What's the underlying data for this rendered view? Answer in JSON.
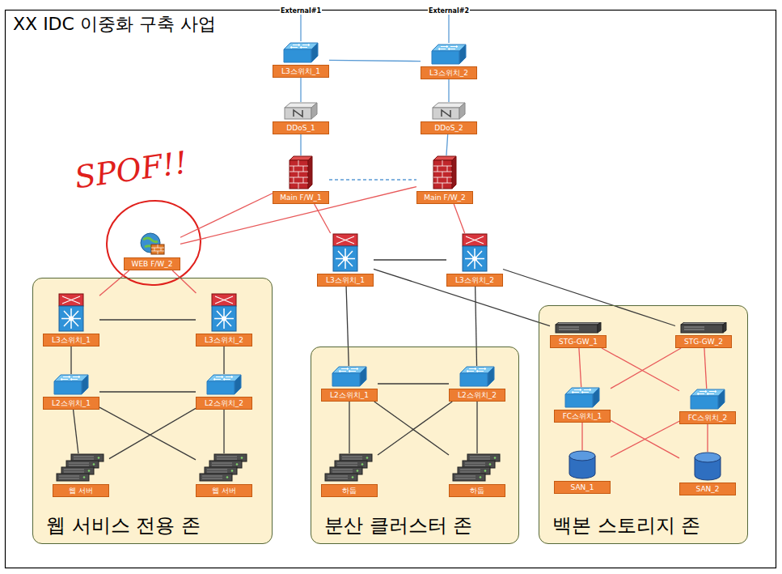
{
  "diagram": {
    "title": "XX IDC 이중화 구축 사업",
    "nodes": [
      {
        "text": [
          "L3스위치_1"
        ]
      },
      {
        "text": [
          "L3스위치_2"
        ]
      },
      {
        "text": [
          "DDoS_1"
        ]
      },
      {
        "text": [
          "DDoS_2"
        ]
      },
      {
        "text": [
          "Main F/W_1"
        ]
      },
      {
        "text": [
          "Main F/W_2"
        ]
      },
      {
        "text": [
          "WEB F/W_2"
        ]
      },
      {
        "text": [
          "L3스위치_1"
        ]
      },
      {
        "text": [
          "L3스위치_2"
        ]
      },
      {
        "text": [
          "웹 서비스 전용 존"
        ]
      },
      {
        "text": [
          "L3스위치_1"
        ],
        "in": 9
      },
      {
        "text": [
          "L3스위치_2"
        ],
        "in": 9
      },
      {
        "text": [
          "L2스위치_1"
        ],
        "in": 9
      },
      {
        "text": [
          "L2스위치_2"
        ],
        "in": 9
      },
      {
        "text": [
          "웹 서버"
        ],
        "in": 9
      },
      {
        "text": [
          "웹 서버"
        ],
        "in": 9
      },
      {
        "text": [
          "분산 클러스터 존"
        ]
      },
      {
        "text": [
          "L2스위치_1"
        ],
        "in": 16
      },
      {
        "text": [
          "L2스위치_2"
        ],
        "in": 16
      },
      {
        "text": [
          "하둡"
        ],
        "in": 16
      },
      {
        "text": [
          "하둡"
        ],
        "in": 16
      },
      {
        "text": [
          "백본 스토리지 존"
        ]
      },
      {
        "text": [
          "STG-GW_1"
        ],
        "in": 21
      },
      {
        "text": [
          "STG-GW_2"
        ],
        "in": 21
      },
      {
        "text": [
          "FC스위치_1"
        ],
        "in": 21
      },
      {
        "text": [
          "FC스위치_2"
        ],
        "in": 21
      },
      {
        "text": [
          "SAN_1"
        ],
        "in": 21
      },
      {
        "text": [
          "SAN_2"
        ],
        "in": 21
      }
    ],
    "edges": [
      {
        "from": 0,
        "to": 1,
        "arrow": "none"
      },
      {
        "from": 0,
        "to": 2,
        "arrow": "none"
      },
      {
        "from": 1,
        "to": 3,
        "arrow": "none"
      },
      {
        "from": 2,
        "to": 4,
        "arrow": "none"
      },
      {
        "from": 3,
        "to": 5,
        "arrow": "none"
      },
      {
        "from": 4,
        "to": 5,
        "arrow": "none"
      },
      {
        "from": 4,
        "to": 6,
        "arrow": "none"
      },
      {
        "from": 5,
        "to": 6,
        "arrow": "none"
      },
      {
        "from": 4,
        "to": 7,
        "arrow": "none"
      },
      {
        "from": 5,
        "to": 8,
        "arrow": "none"
      },
      {
        "from": 7,
        "to": 8,
        "arrow": "none"
      },
      {
        "from": 6,
        "to": 10,
        "arrow": "none"
      },
      {
        "from": 6,
        "to": 11,
        "arrow": "none"
      },
      {
        "from": 10,
        "to": 11,
        "arrow": "none"
      },
      {
        "from": 10,
        "to": 12,
        "arrow": "none"
      },
      {
        "from": 11,
        "to": 13,
        "arrow": "none"
      },
      {
        "from": 12,
        "to": 13,
        "arrow": "none"
      },
      {
        "from": 12,
        "to": 14,
        "arrow": "none"
      },
      {
        "from": 12,
        "to": 15,
        "arrow": "none"
      },
      {
        "from": 13,
        "to": 14,
        "arrow": "none"
      },
      {
        "from": 13,
        "to": 15,
        "arrow": "none"
      },
      {
        "from": 7,
        "to": 17,
        "arrow": "none"
      },
      {
        "from": 8,
        "to": 18,
        "arrow": "none"
      },
      {
        "from": 17,
        "to": 18,
        "arrow": "none"
      },
      {
        "from": 17,
        "to": 19,
        "arrow": "none"
      },
      {
        "from": 17,
        "to": 20,
        "arrow": "none"
      },
      {
        "from": 18,
        "to": 19,
        "arrow": "none"
      },
      {
        "from": 18,
        "to": 20,
        "arrow": "none"
      },
      {
        "from": 7,
        "to": 22,
        "arrow": "none"
      },
      {
        "from": 8,
        "to": 23,
        "arrow": "none"
      },
      {
        "from": 22,
        "to": 24,
        "arrow": "none"
      },
      {
        "from": 22,
        "to": 25,
        "arrow": "none"
      },
      {
        "from": 23,
        "to": 24,
        "arrow": "none"
      },
      {
        "from": 23,
        "to": 25,
        "arrow": "none"
      },
      {
        "from": 24,
        "to": 26,
        "arrow": "none"
      },
      {
        "from": 24,
        "to": 27,
        "arrow": "none"
      },
      {
        "from": 25,
        "to": 26,
        "arrow": "none"
      },
      {
        "from": 25,
        "to": 27,
        "arrow": "none"
      }
    ],
    "labels": [
      "External#1",
      "External#2",
      "SPOF!!"
    ]
  }
}
